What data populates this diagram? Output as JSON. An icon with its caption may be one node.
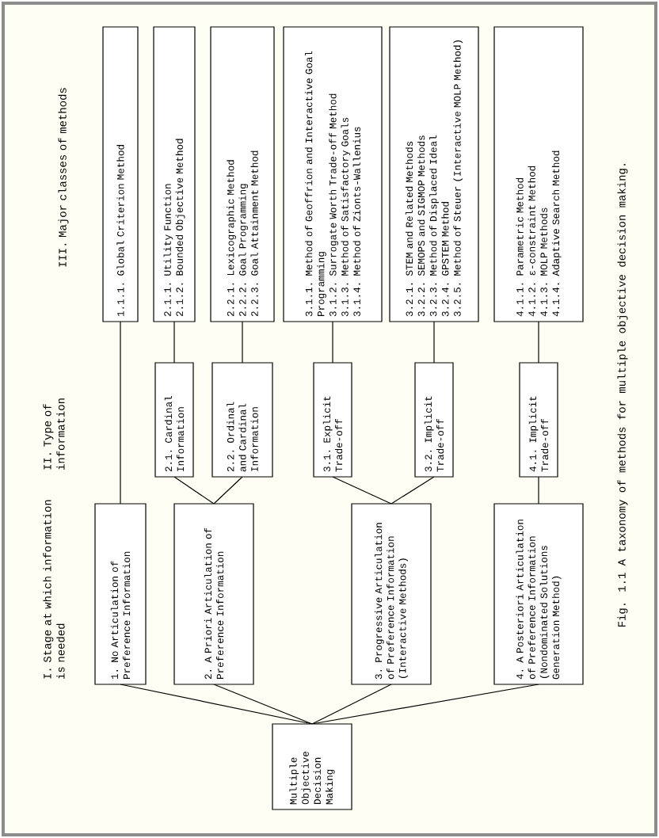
{
  "diagram": {
    "caption": "Fig. 1.1 A taxonomy of methods for multiple objective decision making.",
    "nodes": [
      {
        "text": [
          "Multiple Objective Decision Making"
        ]
      },
      {
        "text": [
          "1. No Articulation of Preference Information"
        ]
      },
      {
        "text": [
          "2. A Priori Articulation of Preference Information"
        ]
      },
      {
        "text": [
          "3. Progressive Articulation of Preference Information (Interactive Methods)"
        ]
      },
      {
        "text": [
          "4. A Posteriori Articulation of Preference Information (Nondominated Solutions Generation Method)"
        ]
      },
      {
        "text": [
          "2.1. Cardinal Information"
        ]
      },
      {
        "text": [
          "2.2. Ordinal and Cardinal Information"
        ]
      },
      {
        "text": [
          "3.1. Explicit Trade-off"
        ]
      },
      {
        "text": [
          "3.2. Implicit Trade-off"
        ]
      },
      {
        "text": [
          "4.1. Implicit Trade-off"
        ]
      },
      {
        "text": [
          "1.1.1. Global Criterion Method"
        ]
      },
      {
        "text": [
          "2.1.1. Utility Function",
          "2.1.2. Bounded Objective Method"
        ]
      },
      {
        "text": [
          "2.2.1. Lexicographic Method",
          "2.2.2. Goal Programming",
          "2.2.3. Goal Attainment Method"
        ]
      },
      {
        "text": [
          "3.1.1. Method of Geoffrion and Interactive Goal Programming",
          "3.1.2. Surrogate Worth Trade-off Method",
          "3.1.3. Method of Satisfactory Goals",
          "3.1.4. Method of Zionts-Wallenius"
        ]
      },
      {
        "text": [
          "3.2.1. STEM and Related Methods",
          "3.2.2. SEMOPS and SIGMOP Methods",
          "3.2.3. Method of Displaced Ideal",
          "3.2.4. GPSTEM Method",
          "3.2.5. Method of Steuer (Interactive MOLP Method)"
        ]
      },
      {
        "text": [
          "4.1.1. Parametric Method",
          "4.1.2. ε-constraint Method",
          "4.1.3. MOLP Methods",
          "4.1.4. Adaptive Search Method"
        ]
      }
    ],
    "edges": [
      {
        "from": 0,
        "to": 1,
        "arrow": "none"
      },
      {
        "from": 0,
        "to": 2,
        "arrow": "none"
      },
      {
        "from": 0,
        "to": 3,
        "arrow": "none"
      },
      {
        "from": 0,
        "to": 4,
        "arrow": "none"
      },
      {
        "from": 1,
        "to": 10,
        "arrow": "none"
      },
      {
        "from": 2,
        "to": 5,
        "arrow": "none"
      },
      {
        "from": 2,
        "to": 6,
        "arrow": "none"
      },
      {
        "from": 3,
        "to": 7,
        "arrow": "none"
      },
      {
        "from": 3,
        "to": 8,
        "arrow": "none"
      },
      {
        "from": 4,
        "to": 9,
        "arrow": "none"
      },
      {
        "from": 5,
        "to": 11,
        "arrow": "none"
      },
      {
        "from": 6,
        "to": 12,
        "arrow": "none"
      },
      {
        "from": 7,
        "to": 13,
        "arrow": "none"
      },
      {
        "from": 8,
        "to": 14,
        "arrow": "none"
      },
      {
        "from": 9,
        "to": 15,
        "arrow": "none"
      }
    ],
    "labels": [
      "I. Stage at which information is needed",
      "II. Type of information",
      "III. Major classes of methods"
    ]
  }
}
